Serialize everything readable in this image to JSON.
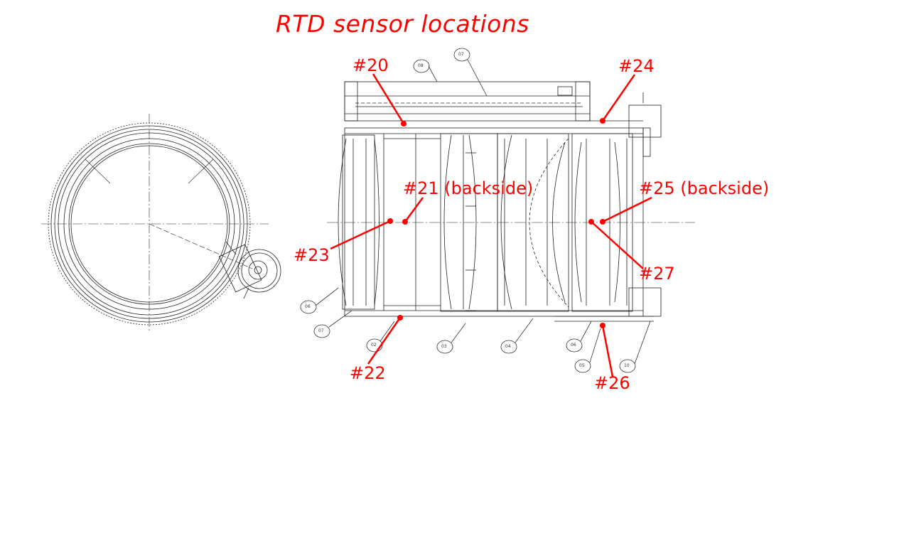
{
  "title": "RTD sensor locations",
  "colors": {
    "annotation": "#ff0000",
    "drawing": "#222222"
  },
  "sensors": [
    {
      "label": "#20"
    },
    {
      "label": "#21 (backside)"
    },
    {
      "label": "#22"
    },
    {
      "label": "#23"
    },
    {
      "label": "#24"
    },
    {
      "label": "#25 (backside)"
    },
    {
      "label": "#26"
    },
    {
      "label": "#27"
    }
  ],
  "part_callouts": [
    "08",
    "07",
    "06",
    "07",
    "02",
    "03",
    "04",
    "06",
    "05",
    "10"
  ]
}
